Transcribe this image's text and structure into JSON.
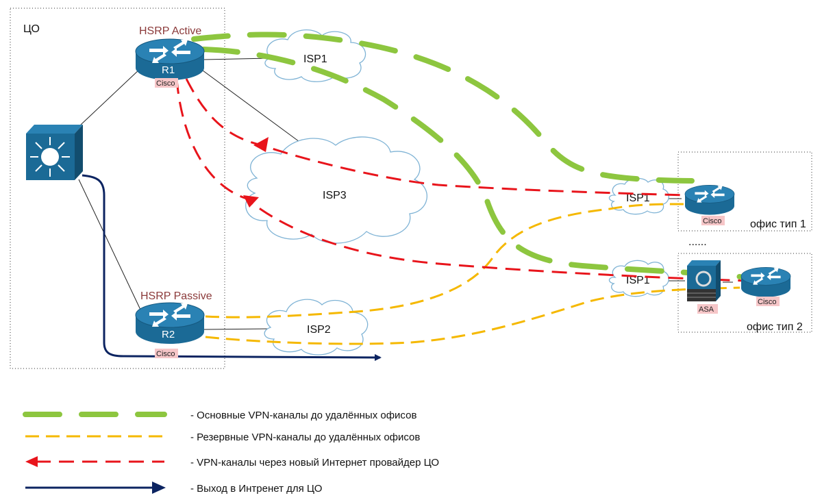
{
  "central_office": {
    "label": "ЦО"
  },
  "r1": {
    "role": "HSRP Active",
    "name": "R1",
    "vendor": "Cisco"
  },
  "r2": {
    "role": "HSRP Passive",
    "name": "R2",
    "vendor": "Cisco"
  },
  "clouds": {
    "isp1": "ISP1",
    "isp3": "ISP3",
    "isp2": "ISP2",
    "remote_isp1_a": "ISP1",
    "remote_isp1_b": "ISP1"
  },
  "office1": {
    "label": "офис тип 1",
    "vendor": "Cisco"
  },
  "office_separator": "......",
  "office2": {
    "label": "офис тип 2",
    "firewall": "ASA",
    "vendor": "Cisco"
  },
  "colors": {
    "primary_vpn": "#8dc63f",
    "backup_vpn": "#f5b800",
    "new_isp_vpn": "#e8141b",
    "internet": "#0c2461",
    "device": "#1b6a96"
  },
  "legend": [
    {
      "text": "- Основные VPN-каналы до удалённых офисов"
    },
    {
      "text": "- Резервные VPN-каналы до удалённых офисов"
    },
    {
      "text": "- VPN-каналы через новый Интернет провайдер  ЦО"
    },
    {
      "text": "- Выход в Интренет для ЦО"
    }
  ]
}
